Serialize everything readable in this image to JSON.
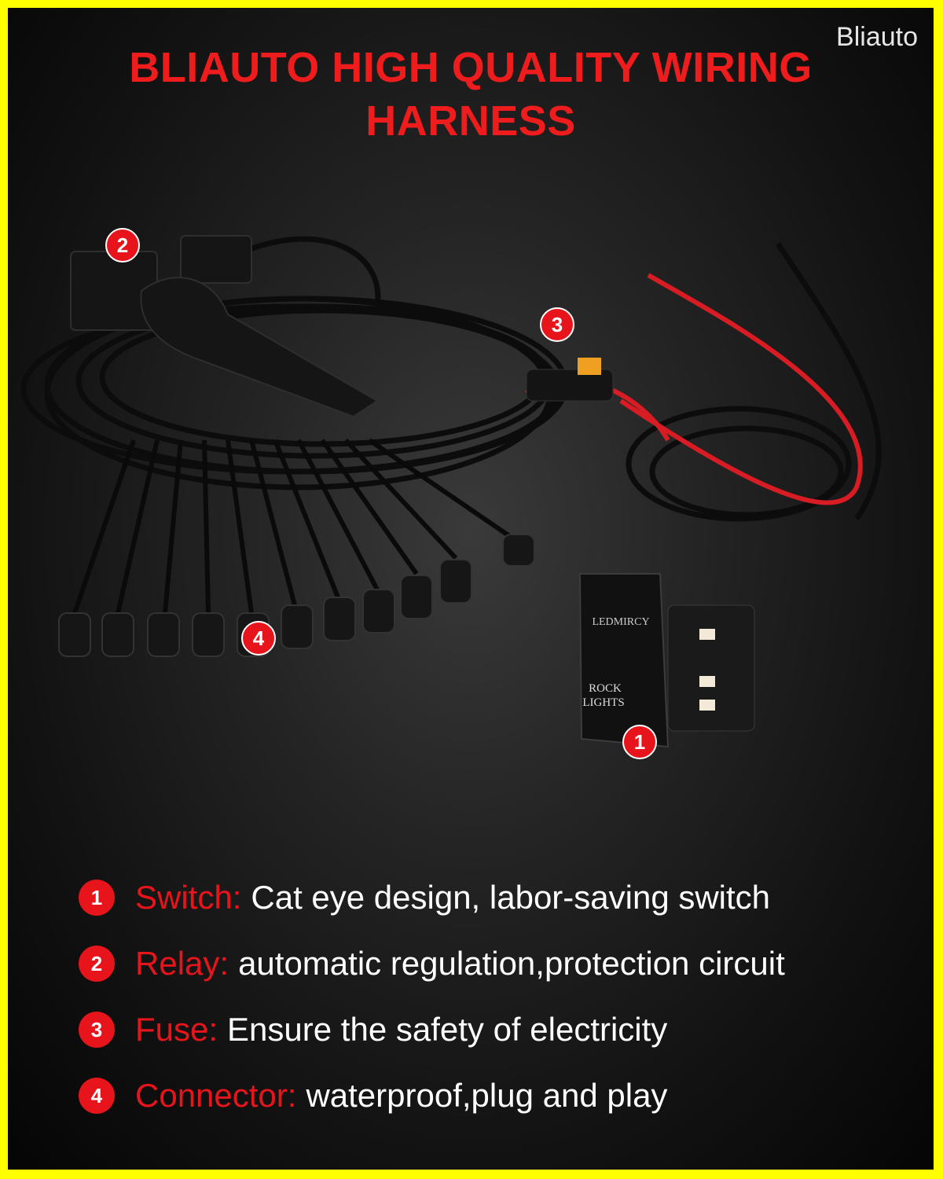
{
  "watermark": "Bliauto",
  "title_line1": "BLIAUTO HIGH QUALITY WIRING",
  "title_line2": "HARNESS",
  "switch": {
    "brand": "LEDMIRCY",
    "label_line1": "ROCK",
    "label_line2": "LIGHTS"
  },
  "markers": [
    "1",
    "2",
    "3",
    "4"
  ],
  "features": [
    {
      "num": "1",
      "label": "Switch:",
      "text": "Cat eye design, labor-saving switch"
    },
    {
      "num": "2",
      "label": "Relay:",
      "text": "automatic regulation,protection circuit"
    },
    {
      "num": "3",
      "label": "Fuse:",
      "text": "Ensure the safety of electricity"
    },
    {
      "num": "4",
      "label": "Connector:",
      "text": "waterproof,plug and play"
    }
  ],
  "colors": {
    "border": "#ffff00",
    "accent": "#e8141b"
  }
}
